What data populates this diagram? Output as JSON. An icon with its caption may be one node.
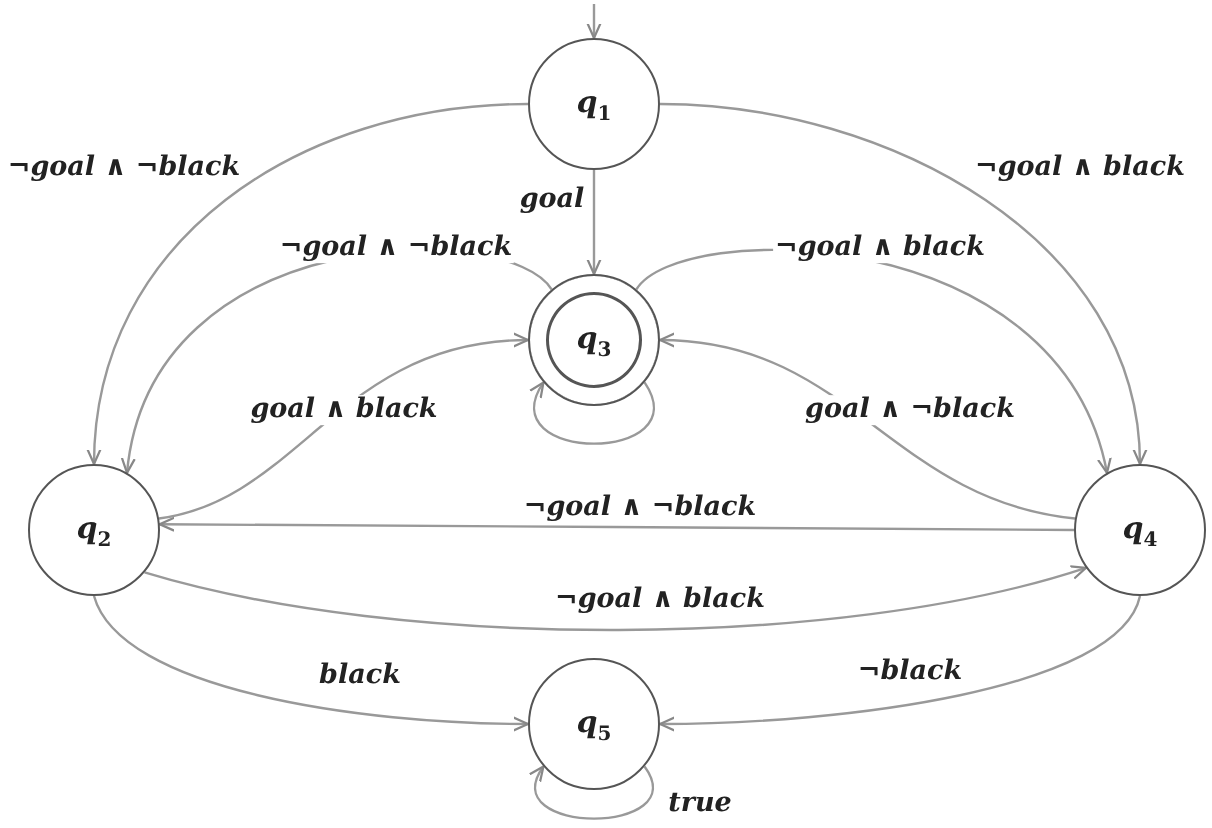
{
  "diagram": {
    "nodes": [
      {
        "text": [
          "q$_{1}$"
        ]
      },
      {
        "text": [
          "q$_{2}$"
        ]
      },
      {
        "text": [
          "q$_{3}$"
        ]
      },
      {
        "text": [
          "q$_{4}$"
        ]
      },
      {
        "text": [
          "q$_{5}$"
        ]
      }
    ],
    "edges": [
      {
        "from": null,
        "to": 0,
        "arrow": "to"
      },
      {
        "from": 0,
        "to": 1,
        "arrow": "to",
        "label": "¬goal ∧ ¬black"
      },
      {
        "from": 0,
        "to": 2,
        "arrow": "to",
        "label": "goal"
      },
      {
        "from": 0,
        "to": 3,
        "arrow": "to",
        "label": "¬goal ∧ black"
      },
      {
        "from": 2,
        "to": 1,
        "arrow": "to",
        "label": "¬goal ∧ ¬black"
      },
      {
        "from": 2,
        "to": 3,
        "arrow": "to",
        "label": "¬goal ∧ black"
      },
      {
        "from": 1,
        "to": 2,
        "arrow": "to",
        "label": "goal ∧ black"
      },
      {
        "from": 3,
        "to": 2,
        "arrow": "to",
        "label": "goal ∧ ¬black"
      },
      {
        "from": 3,
        "to": 1,
        "arrow": "to",
        "label": "¬goal ∧ ¬black"
      },
      {
        "from": 1,
        "to": 3,
        "arrow": "to",
        "label": "¬goal ∧ black"
      },
      {
        "from": 1,
        "to": 4,
        "arrow": "to",
        "label": "black"
      },
      {
        "from": 3,
        "to": 4,
        "arrow": "to",
        "label": "¬black"
      },
      {
        "from": 2,
        "to": 2,
        "arrow": "to"
      },
      {
        "from": 4,
        "to": 4,
        "arrow": "to",
        "label": "true"
      }
    ]
  }
}
